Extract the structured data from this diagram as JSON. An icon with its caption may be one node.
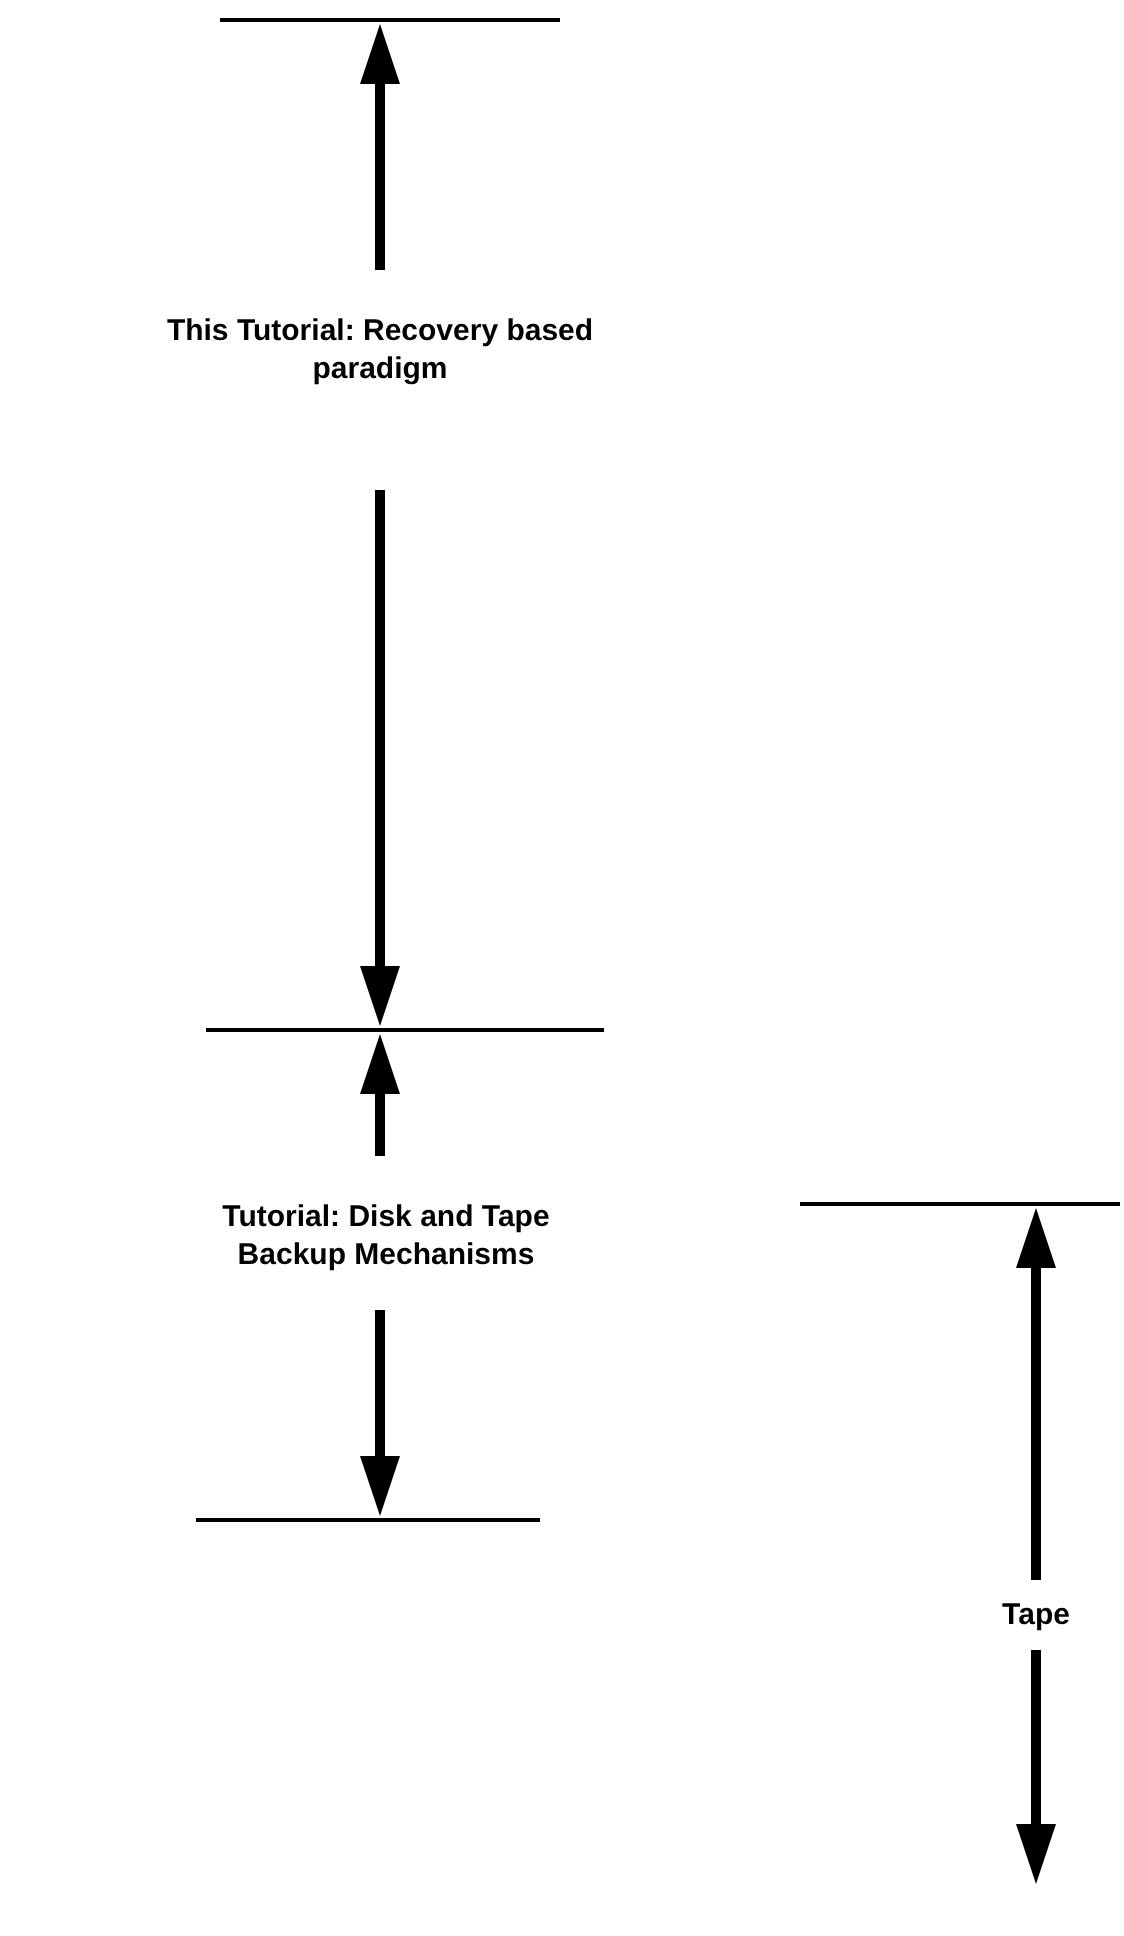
{
  "diagram": {
    "labels": [
      "This Tutorial: Recovery based paradigm",
      "Tutorial: Disk and Tape Backup Mechanisms",
      "Tape"
    ]
  }
}
